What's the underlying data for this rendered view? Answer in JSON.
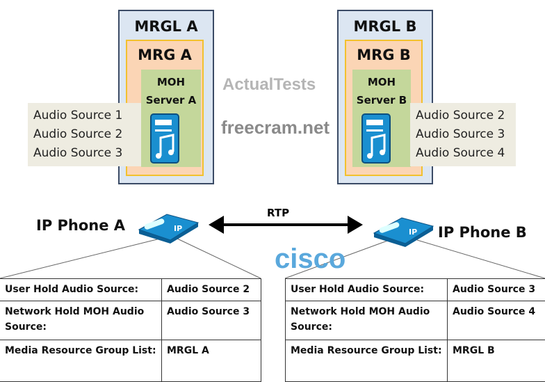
{
  "left": {
    "mrgl": "MRGL A",
    "mrg": "MRG A",
    "moh_line1": "MOH",
    "moh_line2": "Server  A",
    "audio_sources": [
      "Audio Source 1",
      "Audio Source 2",
      "Audio Source 3"
    ],
    "phone": "IP Phone A",
    "table": [
      [
        "User Hold Audio Source:",
        "Audio Source 2"
      ],
      [
        "Network Hold MOH Audio Source:",
        "Audio Source 3"
      ],
      [
        "Media Resource Group List:",
        "MRGL A"
      ]
    ]
  },
  "right": {
    "mrgl": "MRGL B",
    "mrg": "MRG B",
    "moh_line1": "MOH",
    "moh_line2": "Server  B",
    "audio_sources": [
      "Audio Source 2",
      "Audio Source 3",
      "Audio Source 4"
    ],
    "phone": "IP Phone B",
    "table": [
      [
        "User Hold Audio Source:",
        "Audio Source 3"
      ],
      [
        "Network Hold MOH Audio Source:",
        "Audio Source 4"
      ],
      [
        "Media Resource Group List:",
        "MRGL B"
      ]
    ]
  },
  "link": "RTP",
  "phone_badge": "IP",
  "watermarks": [
    "ActualTests",
    "freecram.net",
    "cisco"
  ]
}
